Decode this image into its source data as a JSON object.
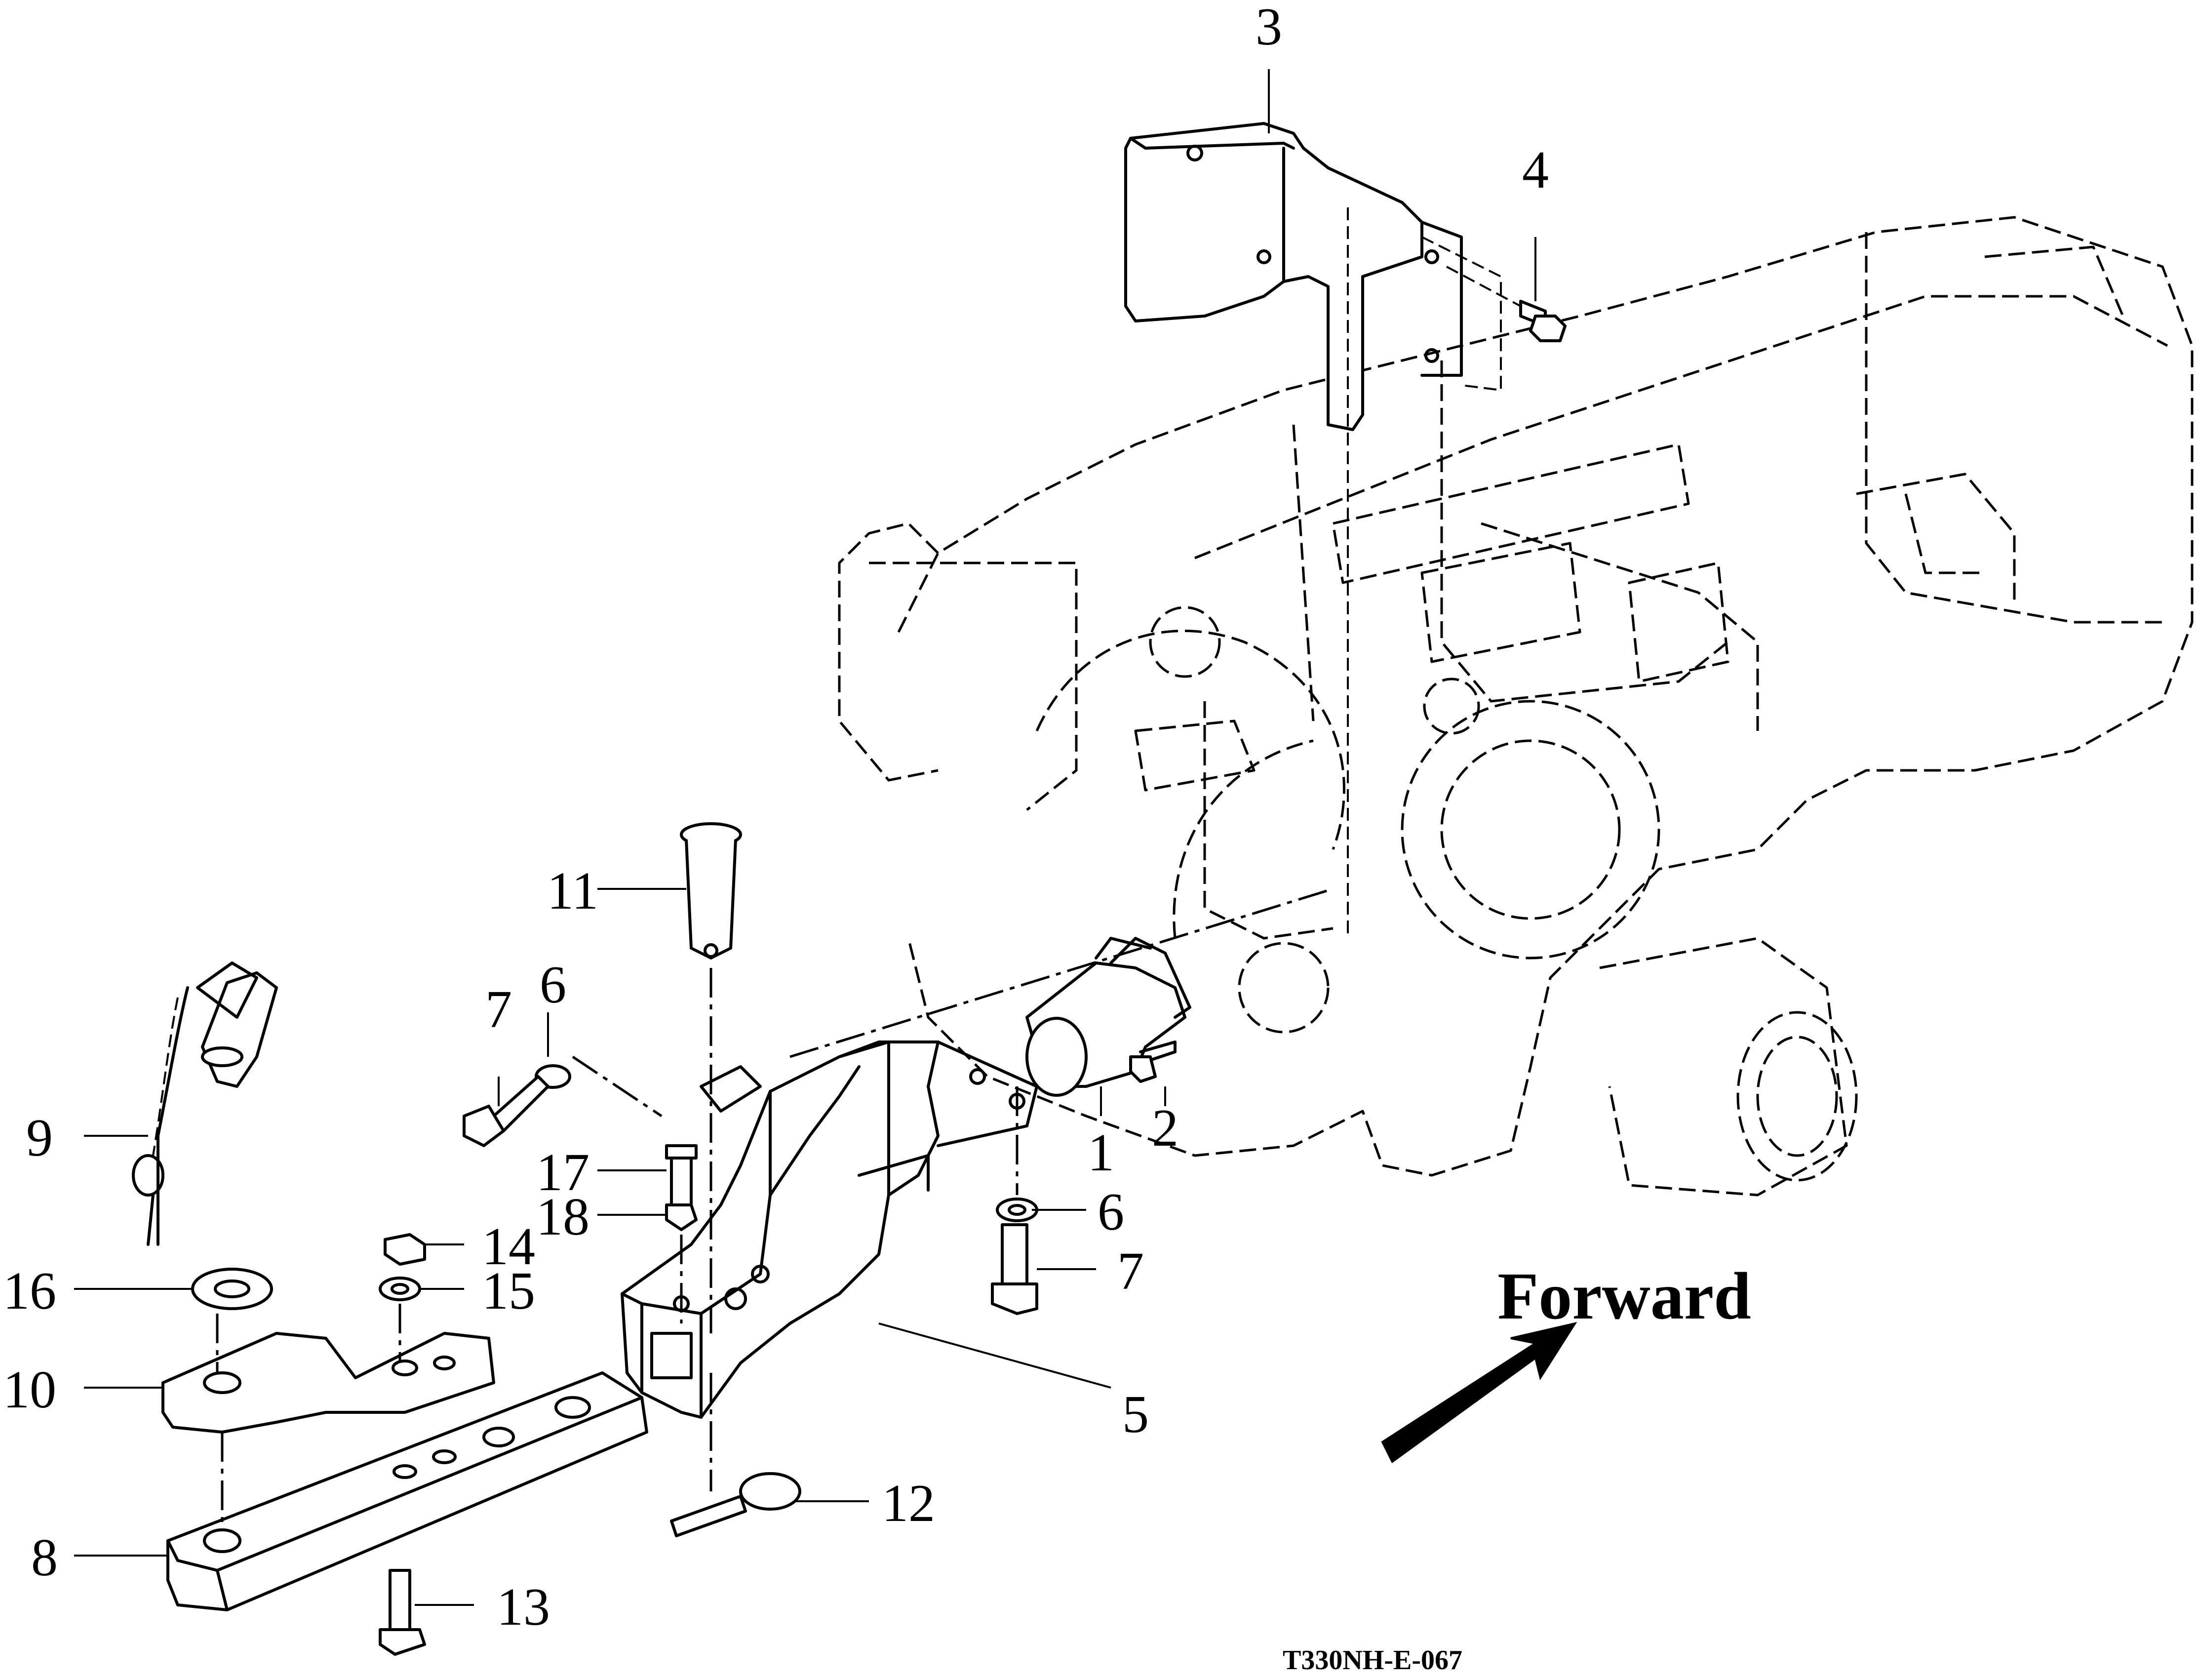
{
  "callouts": [
    {
      "num": "1"
    },
    {
      "num": "2"
    },
    {
      "num": "3"
    },
    {
      "num": "4"
    },
    {
      "num": "5"
    },
    {
      "num": "6"
    },
    {
      "num": "6"
    },
    {
      "num": "7"
    },
    {
      "num": "7"
    },
    {
      "num": "8"
    },
    {
      "num": "9"
    },
    {
      "num": "10"
    },
    {
      "num": "11"
    },
    {
      "num": "12"
    },
    {
      "num": "13"
    },
    {
      "num": "14"
    },
    {
      "num": "15"
    },
    {
      "num": "16"
    },
    {
      "num": "17"
    },
    {
      "num": "18"
    }
  ],
  "forward_label": "Forward",
  "drawing_code": "T330NH-E-067"
}
